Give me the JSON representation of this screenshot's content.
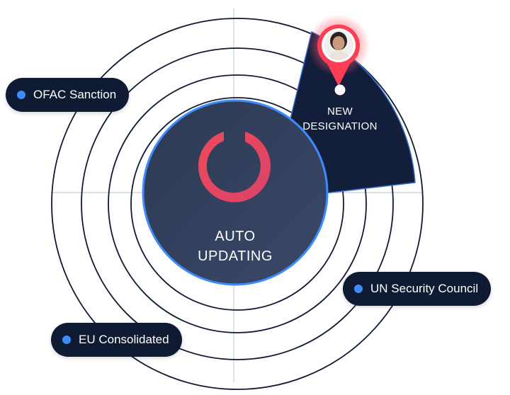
{
  "center": {
    "line1": "AUTO",
    "line2": "UPDATING",
    "logo_icon": "ring-logo-icon"
  },
  "highlight": {
    "line1": "NEW",
    "line2": "DESIGNATION",
    "marker_icon": "person-location-pin-icon"
  },
  "sources": {
    "ofac": "OFAC Sanction",
    "un": "UN Security Council",
    "eu": "EU Consolidated"
  },
  "colors": {
    "navy": "#0f1a33",
    "accent_red": "#e8485c",
    "accent_blue": "#3d8bfd",
    "grid_line": "#c9ced8"
  }
}
